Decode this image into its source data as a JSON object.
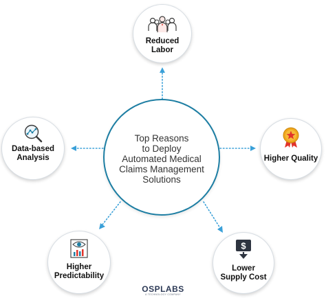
{
  "center": {
    "lines": [
      "Top Reasons",
      "to Deploy",
      "Automated Medical",
      "Claims Management",
      "Solutions"
    ]
  },
  "nodes": {
    "reduced_labor": {
      "line1": "Reduced",
      "line2": "Labor",
      "icon": "team-people-icon"
    },
    "higher_quality": {
      "line1": "Higher Quality",
      "icon": "star-badge-icon"
    },
    "lower_supply_cost": {
      "line1": "Lower",
      "line2": "Supply Cost",
      "icon": "dollar-down-icon"
    },
    "higher_predictability": {
      "line1": "Higher",
      "line2": "Predictability",
      "icon": "eye-chart-icon"
    },
    "data_based_analysis": {
      "line1": "Data-based",
      "line2": "Analysis",
      "icon": "magnifier-chart-icon"
    }
  },
  "logo": {
    "name": "OSPLABS",
    "tagline": "A TECHNOLOGY COMPANY"
  },
  "colors": {
    "accent": "#1d7ea3",
    "connector": "#3aa0d8",
    "star": "#f0a81c",
    "star_inner": "#e2342b"
  }
}
